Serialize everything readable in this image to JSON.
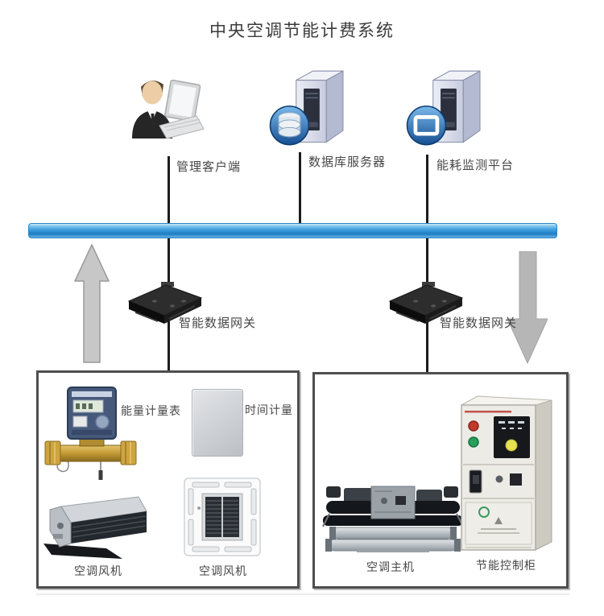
{
  "title": "中央空调节能计费系统",
  "nodes": [
    {
      "id": "management-client",
      "label": "管理客户端"
    },
    {
      "id": "database-server",
      "label": "数据库服务器"
    },
    {
      "id": "energy-platform",
      "label": "能耗监测平台"
    }
  ],
  "gateways": [
    {
      "label": "智能数据网关"
    },
    {
      "label": "智能数据网关"
    }
  ],
  "left_box": {
    "items": [
      {
        "id": "energy-meter",
        "label": "能量计量表"
      },
      {
        "id": "time-meter",
        "label": "时间计量"
      },
      {
        "id": "duct-fan",
        "label": "空调风机"
      },
      {
        "id": "cassette-fan",
        "label": "空调风机"
      }
    ]
  },
  "right_box": {
    "items": [
      {
        "id": "chiller",
        "label": "空调主机"
      },
      {
        "id": "control-cabinet",
        "label": "节能控制柜"
      }
    ]
  },
  "colors": {
    "bus_blue": "#3d9ade",
    "line_black": "#1c1c1c",
    "box_border": "#4e4e4e",
    "arrow_gray": "#c0c0c0",
    "badge_blue": "#1a5fa8"
  }
}
